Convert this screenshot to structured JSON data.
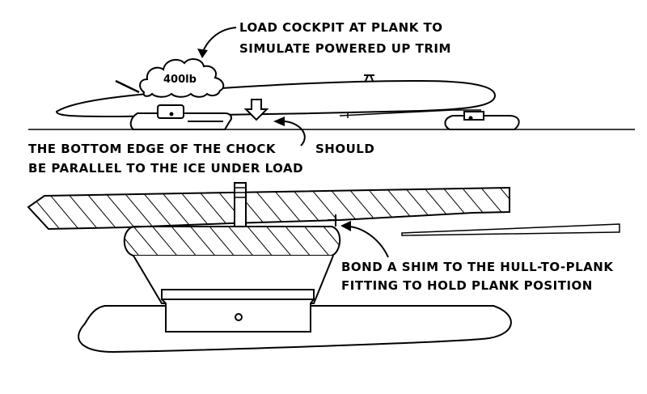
{
  "annotations": {
    "cockpit_line1": "LOAD COCKPIT AT PLANK TO",
    "cockpit_line2": "SIMULATE POWERED UP TRIM",
    "weight_label": "400lb",
    "chock_line1": "THE BOTTOM EDGE OF THE CHOCK",
    "chock_line1_tail": "SHOULD",
    "chock_line2": "BE PARALLEL TO THE ICE UNDER LOAD",
    "shim_line1": "BOND A SHIM TO THE HULL-TO-PLANK",
    "shim_line2": "FITTING TO HOLD PLANK POSITION"
  },
  "colors": {
    "ink": "#000000",
    "paper": "#ffffff"
  }
}
